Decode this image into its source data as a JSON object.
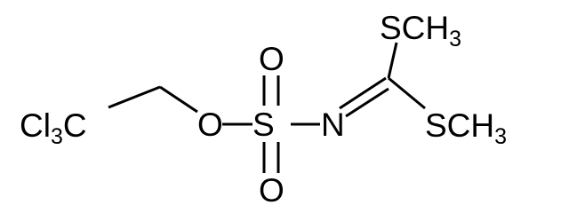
{
  "structure": {
    "labels": {
      "ccl3": {
        "main": "Cl",
        "sub": "3",
        "tail": "C"
      },
      "ester_o": "O",
      "sulfur": "S",
      "oxo_top": "O",
      "oxo_bottom": "O",
      "nitrogen": "N",
      "sme_top": {
        "main": "SCH",
        "sub": "3"
      },
      "sme_bottom": {
        "main": "SCH",
        "sub": "3"
      }
    },
    "colors": {
      "ink": "#000000",
      "background": "#ffffff"
    }
  }
}
